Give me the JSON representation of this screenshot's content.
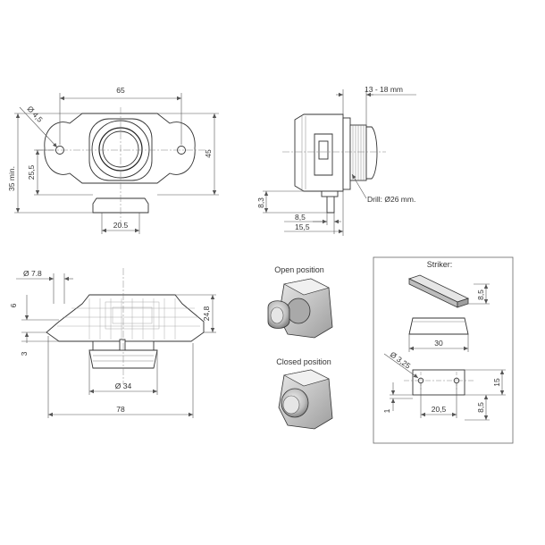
{
  "top_view": {
    "dim_width": "65",
    "dim_hole": "Ø 4,5",
    "dim_hole_spacing": "25,5",
    "dim_min_height": "35 min.",
    "dim_height": "45",
    "dim_bottom": "20.5"
  },
  "side_view": {
    "dim_range": "13 - 18 mm",
    "dim_drill": "Drill: Ø26 mm.",
    "dim_8_3": "8,3",
    "dim_8_5": "8,5",
    "dim_15_5": "15,5"
  },
  "section_view": {
    "dim_dia_small": "Ø 7.8",
    "dim_6": "6",
    "dim_24_8": "24,8",
    "dim_3": "3",
    "dim_dia_34": "Ø 34",
    "dim_78": "78"
  },
  "positions": {
    "open_label": "Open position",
    "closed_label": "Closed position"
  },
  "striker": {
    "title": "Striker:",
    "dim_8_5_top": "8,5",
    "dim_30": "30",
    "dim_hole": "Ø 3,25",
    "dim_15": "15",
    "dim_1": "1",
    "dim_20_5": "20,5",
    "dim_8_5_bottom": "8,5"
  }
}
